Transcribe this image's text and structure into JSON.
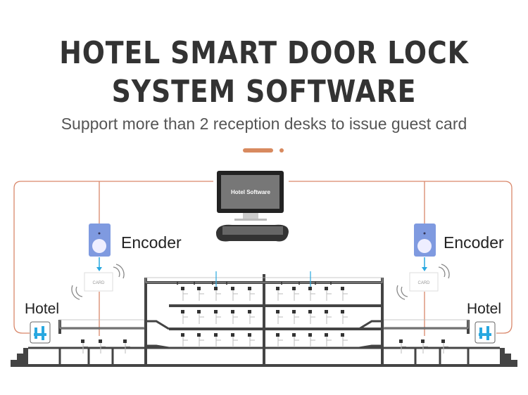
{
  "header": {
    "title_line1": "HOTEL SMART DOOR LOCK",
    "title_line2": "SYSTEM SOFTWARE",
    "subtitle": "Support more than 2 reception desks to issue guest card"
  },
  "computer": {
    "screen_text": "Hotel Software"
  },
  "left_station": {
    "encoder_label": "Encoder",
    "card_label": "CARD",
    "hotel_label": "Hotel"
  },
  "right_station": {
    "encoder_label": "Encoder",
    "card_label": "CARD",
    "hotel_label": "Hotel"
  },
  "colors": {
    "accent": "#d88a5f",
    "line": "#d9876a",
    "signal": "#29a8e0",
    "building": "#444444",
    "encoder": "#7f9ae0"
  }
}
